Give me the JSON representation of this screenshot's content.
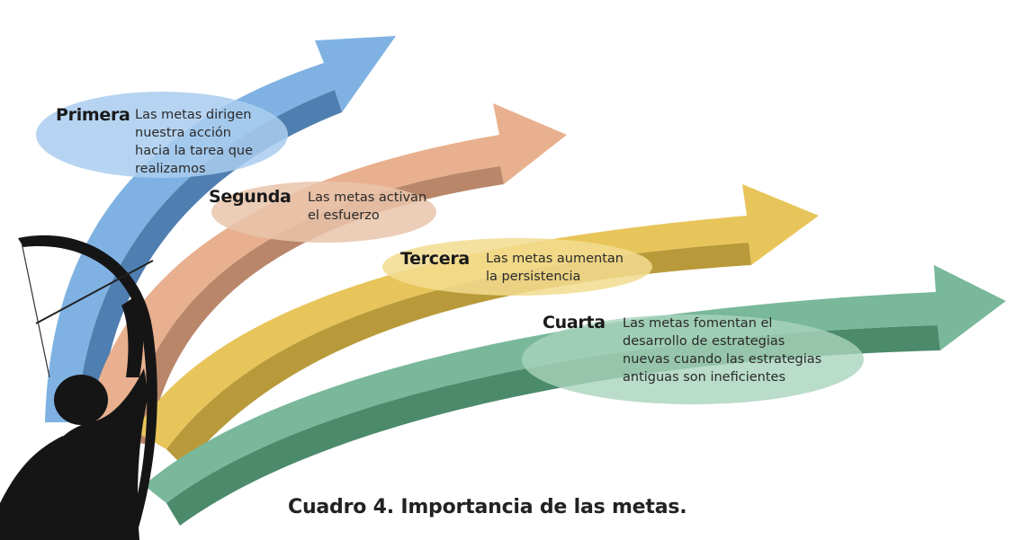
{
  "goals": [
    {
      "title": "Primera",
      "text": [
        "Las metas dirigen",
        "nuestra acción",
        "hacia la tarea que",
        "realizamos"
      ],
      "color": "#7fb2e3",
      "ellipse": "#a9cdee"
    },
    {
      "title": "Segunda",
      "text": [
        "Las metas activan",
        "el esfuerzo"
      ],
      "color": "#e8b08e",
      "ellipse": "#e9c4aa"
    },
    {
      "title": "Tercera",
      "text": [
        "Las metas aumentan",
        "la persistencia"
      ],
      "color": "#e8c55a",
      "ellipse": "#f2dc8f"
    },
    {
      "title": "Cuarta",
      "text": [
        "Las metas fomentan el",
        "desarrollo de estrategias",
        "nuevas cuando las estrategias",
        "antiguas son ineficientes"
      ],
      "color": "#79b89a",
      "ellipse": "#a9d3bd"
    }
  ],
  "caption": "Cuadro 4. Importancia de las metas."
}
